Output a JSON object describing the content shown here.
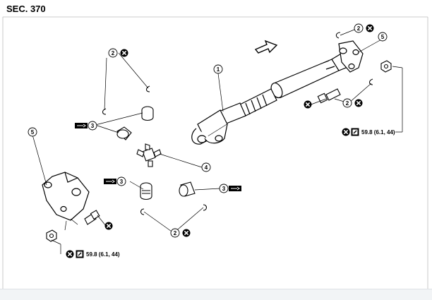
{
  "section_title": "SEC. 370",
  "callouts": {
    "propeller_shaft": "1",
    "snap_ring": "2",
    "journal_bearing": "3",
    "journal": "4",
    "flange_yoke": "5"
  },
  "torque": {
    "rear_nut": "59.8 (6.1, 44)",
    "front_nut": "59.8 (6.1, 44)"
  },
  "symbols": {
    "do_not_reuse": "cross-circle-icon",
    "torque_wrench": "torque-wrench-icon",
    "grease": "grease-icon",
    "direction": "front-arrow-icon"
  },
  "colors": {
    "line": "#000000",
    "footer_bg": "#f2f4f6",
    "info_icon": "#3a7bd5"
  }
}
